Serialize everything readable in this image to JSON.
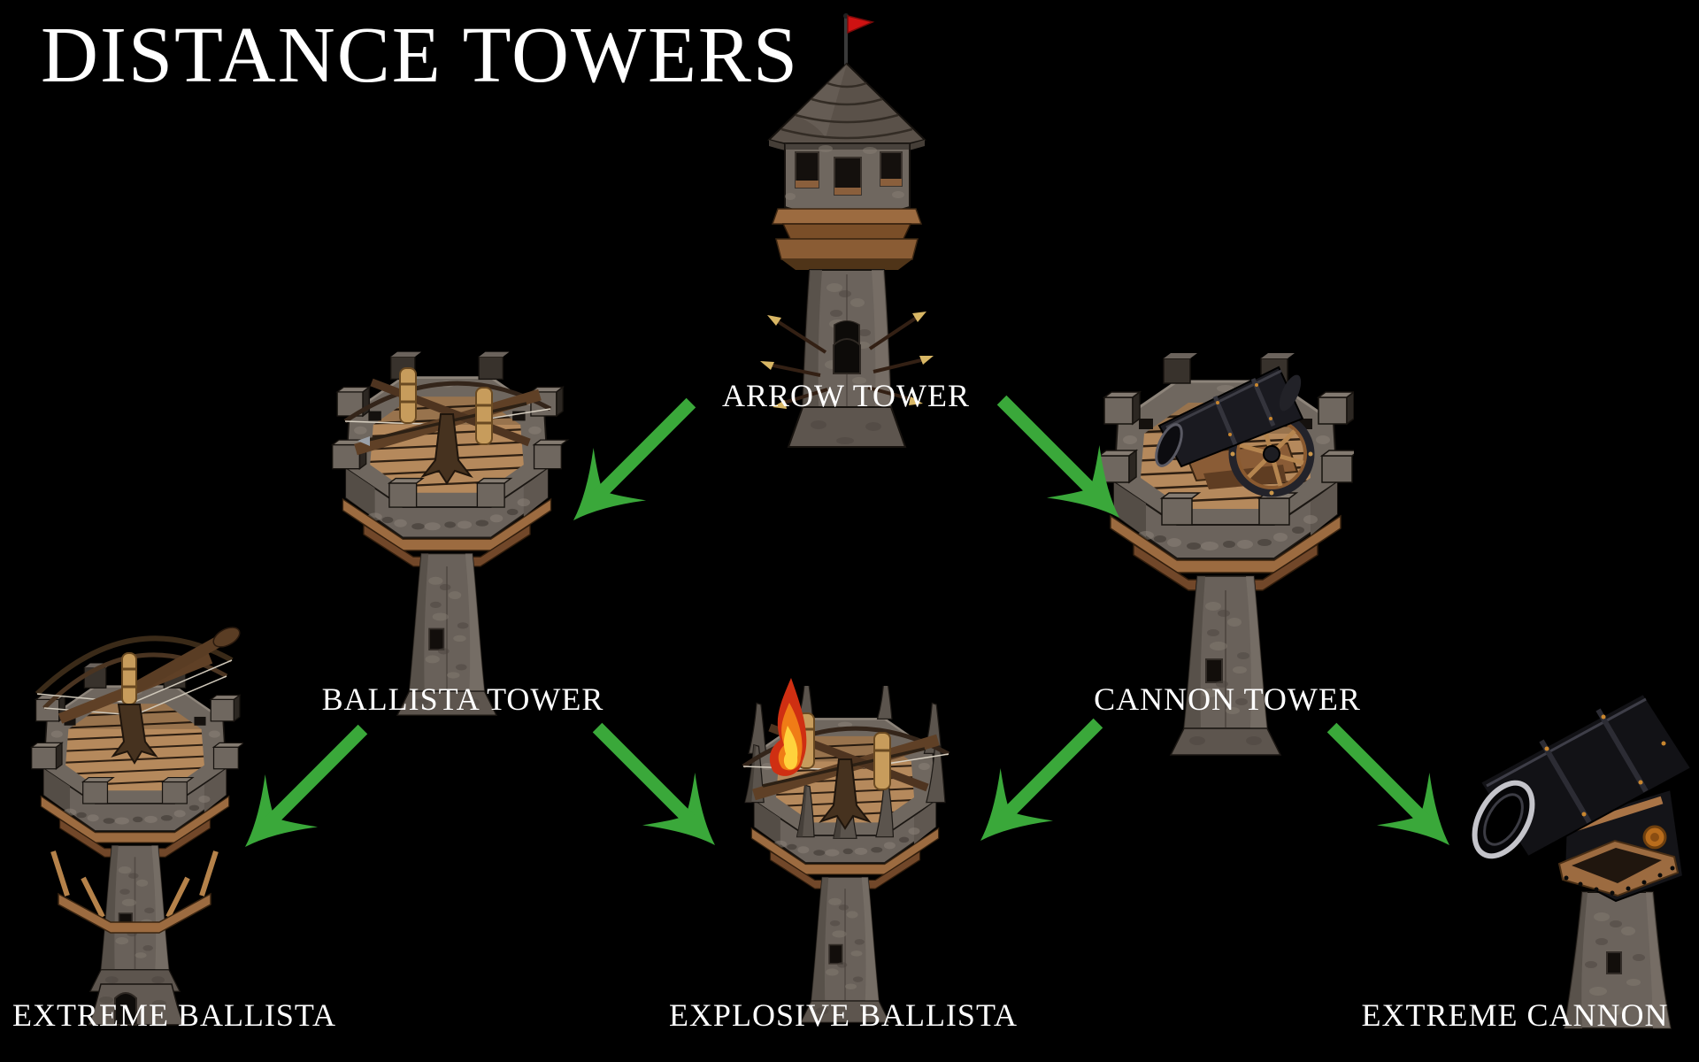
{
  "title": "DISTANCE TOWERS",
  "diagram_type": "tower-upgrade-tree",
  "colors": {
    "background": "#000000",
    "label_text": "#ffffff",
    "arrow": "#3aa83a",
    "stone": "#6b635c",
    "wood_deck": "#b5895c",
    "wood_trim": "#9c6b40",
    "flag_red": "#cf1212",
    "fire_orange": "#f07c16"
  },
  "nodes": {
    "arrow_tower": {
      "label": "ARROW TOWER"
    },
    "ballista_tower": {
      "label": "BALLISTA TOWER"
    },
    "cannon_tower": {
      "label": "CANNON TOWER"
    },
    "extreme_ballista": {
      "label": "EXTREME BALLISTA"
    },
    "explosive_ballista": {
      "label": "EXPLOSIVE BALLISTA"
    },
    "extreme_cannon": {
      "label": "EXTREME CANNON"
    }
  },
  "edges": [
    {
      "from": "ARROW TOWER",
      "to": "BALLISTA TOWER"
    },
    {
      "from": "ARROW TOWER",
      "to": "CANNON TOWER"
    },
    {
      "from": "BALLISTA TOWER",
      "to": "EXTREME BALLISTA"
    },
    {
      "from": "BALLISTA TOWER",
      "to": "EXPLOSIVE BALLISTA"
    },
    {
      "from": "CANNON TOWER",
      "to": "EXPLOSIVE BALLISTA"
    },
    {
      "from": "CANNON TOWER",
      "to": "EXTREME CANNON"
    }
  ]
}
